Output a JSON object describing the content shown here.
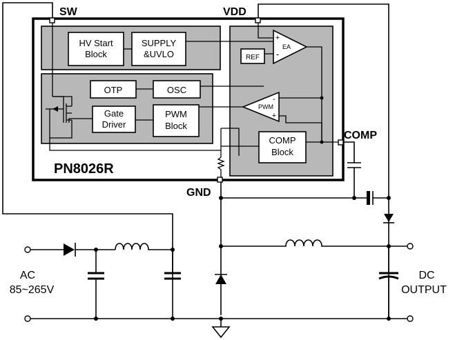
{
  "chip": {
    "name": "PN8026R",
    "pins": {
      "sw": "SW",
      "vdd": "VDD",
      "comp": "COMP",
      "gnd": "GND"
    }
  },
  "blocks": {
    "hv_start_line1": "HV Start",
    "hv_start_line2": "Block",
    "supply_line1": "SUPPLY",
    "supply_line2": "&UVLO",
    "otp": "OTP",
    "osc": "OSC",
    "gate_driver_line1": "Gate",
    "gate_driver_line2": "Driver",
    "pwm_block_line1": "PWM",
    "pwm_block_line2": "Block",
    "comp_block_line1": "COMP",
    "comp_block_line2": "Block",
    "ref": "REF",
    "ea": "EA",
    "pwm_comparator": "PWM",
    "plus": "+",
    "minus": "-"
  },
  "io": {
    "ac_line1": "AC",
    "ac_line2": "85~265V",
    "dc_line1": "DC",
    "dc_line2": "OUTPUT"
  },
  "colors": {
    "block_fill": "#b8b8b8",
    "line": "#000000"
  }
}
